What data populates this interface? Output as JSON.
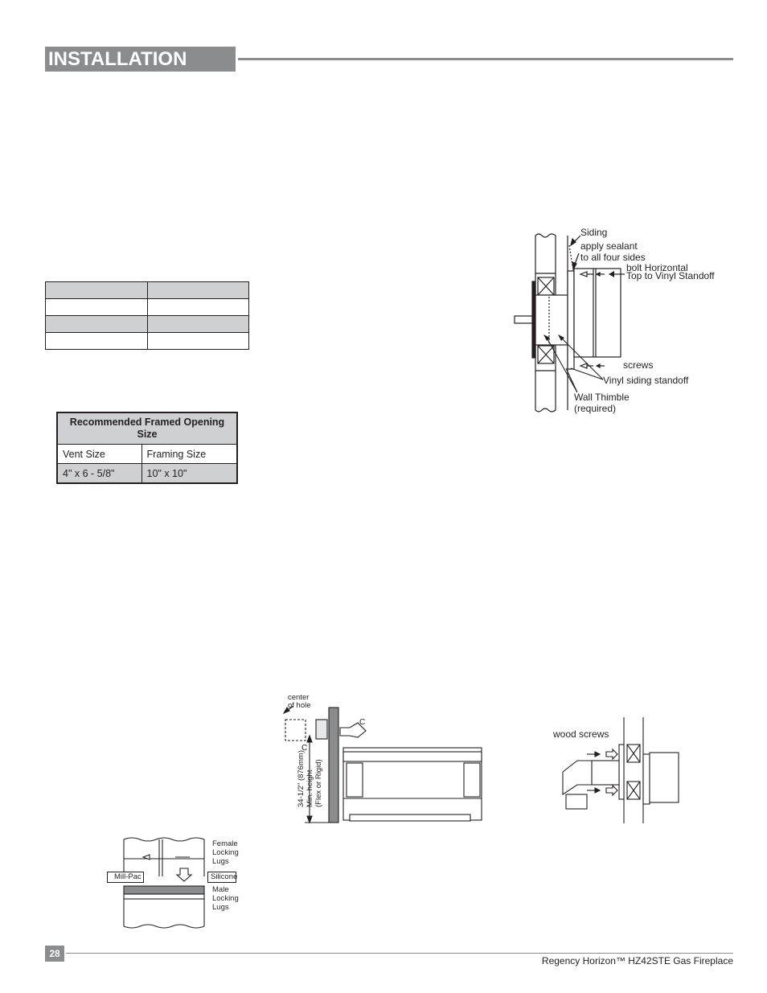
{
  "header": {
    "title": "INSTALLATION"
  },
  "framed_opening_table": {
    "title": "Recommended Framed Opening Size",
    "col1_header": "Vent Size",
    "col2_header": "Framing Size",
    "row1_vent": "4\" x 6 - 5/8\"",
    "row1_framing": "10\" x 10\""
  },
  "siding_diagram": {
    "siding": "Siding",
    "apply_sealant_1": "apply sealant",
    "apply_sealant_2": "to all four sides",
    "bolt_1": "bolt Horizontal",
    "bolt_2": "Top to Vinyl Standoff",
    "screws": "screws",
    "vinyl_standoff": "Vinyl siding standoff",
    "wall_thimble_1": "Wall Thimble",
    "wall_thimble_2": "(required)"
  },
  "height_diagram": {
    "center_1": "center",
    "center_2": "of hole",
    "dim_1": "34-1/2\" (876mm)",
    "dim_2": "Min. height",
    "dim_3": "(Flex or Rigid)"
  },
  "wood_screws_diagram": {
    "wood_screws": "wood screws"
  },
  "locking_lugs_diagram": {
    "female_1": "Female",
    "female_2": "Locking",
    "female_3": "Lugs",
    "male_1": "Male",
    "male_2": "Locking",
    "male_3": "Lugs",
    "millpac": "Mill-Pac",
    "silicone": "Silicone"
  },
  "footer": {
    "page_number": "28",
    "product": "Regency Horizon™ HZ42STE Gas Fireplace"
  }
}
